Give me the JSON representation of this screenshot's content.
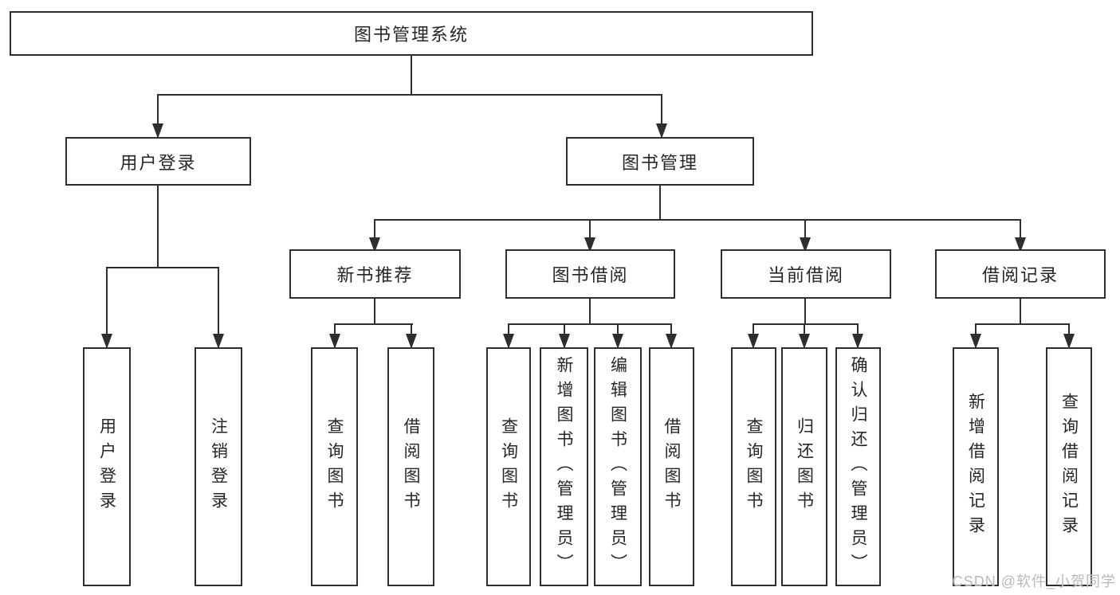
{
  "tree": {
    "root": {
      "label": "图书管理系统"
    },
    "user_login": {
      "label": "用户登录",
      "children": [
        {
          "label": "用户登录"
        },
        {
          "label": "注销登录"
        }
      ]
    },
    "book_mgmt": {
      "label": "图书管理",
      "children": [
        {
          "label": "新书推荐",
          "children": [
            {
              "label": "查询图书"
            },
            {
              "label": "借阅图书"
            }
          ]
        },
        {
          "label": "图书借阅",
          "children": [
            {
              "label": "查询图书"
            },
            {
              "label": "新增图书（管理员）"
            },
            {
              "label": "编辑图书（管理员）"
            },
            {
              "label": "借阅图书"
            }
          ]
        },
        {
          "label": "当前借阅",
          "children": [
            {
              "label": "查询图书"
            },
            {
              "label": "归还图书"
            },
            {
              "label": "确认归还（管理员）"
            }
          ]
        },
        {
          "label": "借阅记录",
          "children": [
            {
              "label": "新增借阅记录"
            },
            {
              "label": "查询借阅记录"
            }
          ]
        }
      ]
    }
  },
  "watermark": {
    "text": "CSDN @软件_小贺同学"
  },
  "colors": {
    "line": "#2e2e2e",
    "box_border": "#2e2e2e",
    "text": "#262626",
    "background": "#ffffff",
    "watermark": "#b9b9b9"
  }
}
